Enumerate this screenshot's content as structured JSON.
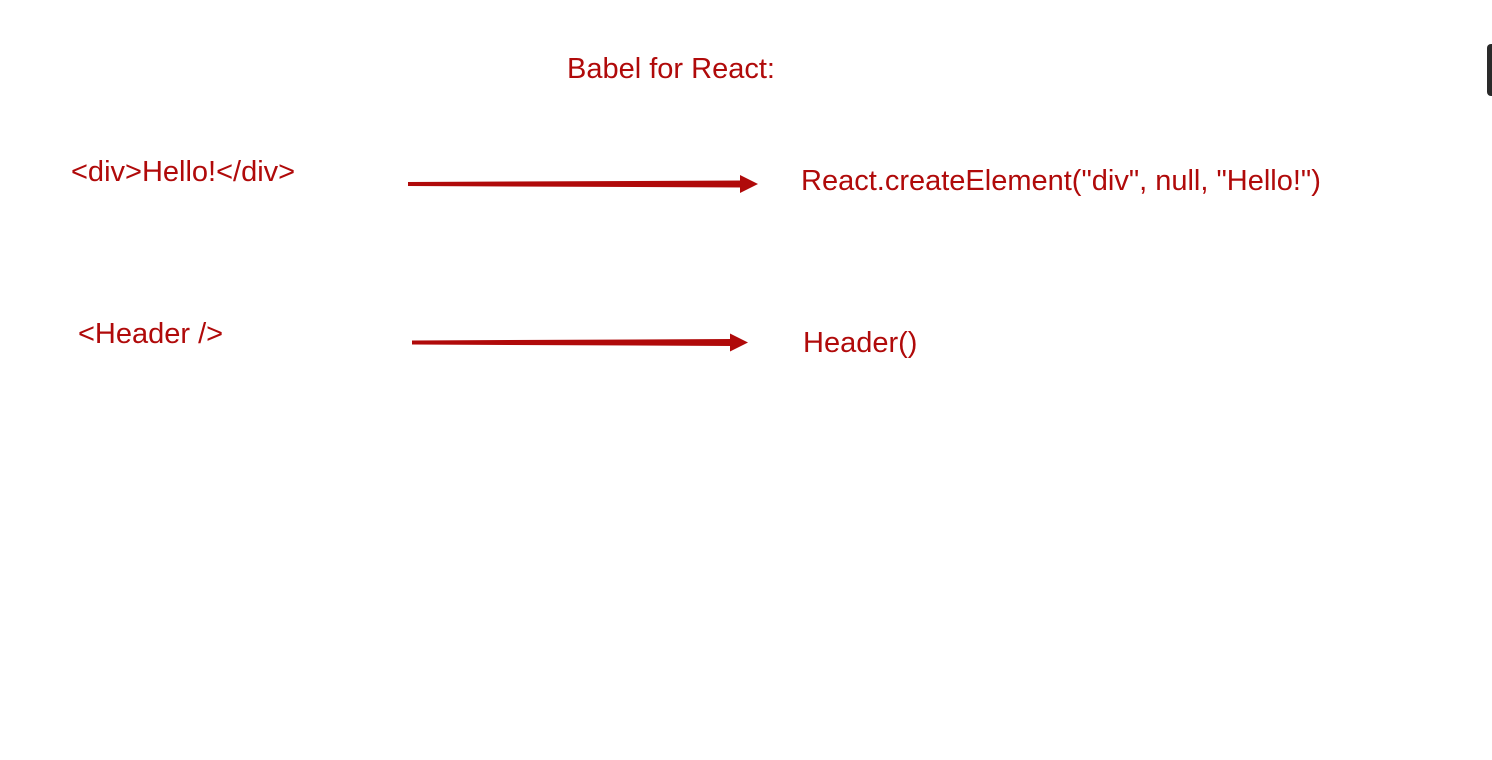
{
  "title": "Babel for React:",
  "accent_color": "#b00a0a",
  "rows": [
    {
      "source": "<div>Hello!</div>",
      "output": "React.createElement(\"div\", null, \"Hello!\")"
    },
    {
      "source": "<Header />",
      "output": "Header()"
    }
  ]
}
